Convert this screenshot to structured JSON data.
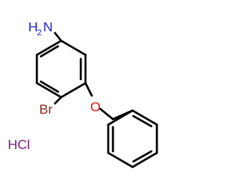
{
  "molecule": {
    "atoms": {
      "nh2": "NH2",
      "nh2_main": "H",
      "nh2_sub": "2",
      "nh2_n": "N",
      "br": "Br",
      "o": "O",
      "hcl": "HCl"
    },
    "colors": {
      "bond": "#000000",
      "nitrogen": "#1f1fcc",
      "bromine": "#8a2a1a",
      "oxygen": "#e01010",
      "salt": "#7a1a7a"
    }
  }
}
